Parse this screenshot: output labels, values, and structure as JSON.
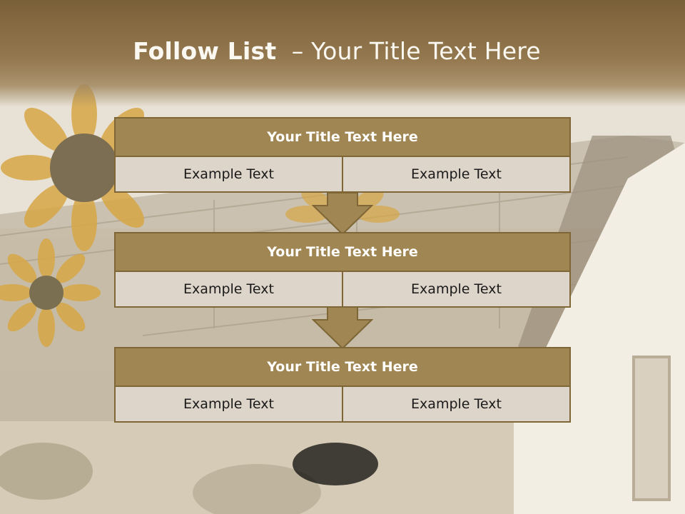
{
  "slide": {
    "title_bold": "Follow List",
    "title_rest": "  – Your Title Text Here"
  },
  "blocks": [
    {
      "title": "Your Title Text Here",
      "left": "Example Text",
      "right": "Example Text"
    },
    {
      "title": "Your Title Text Here",
      "left": "Example Text",
      "right": "Example Text"
    },
    {
      "title": "Your Title Text Here",
      "left": "Example Text",
      "right": "Example Text"
    }
  ],
  "colors": {
    "header": "#7a6038",
    "block_title": "#a08652",
    "cell": "#ddd4ca",
    "border": "#7e6636"
  }
}
